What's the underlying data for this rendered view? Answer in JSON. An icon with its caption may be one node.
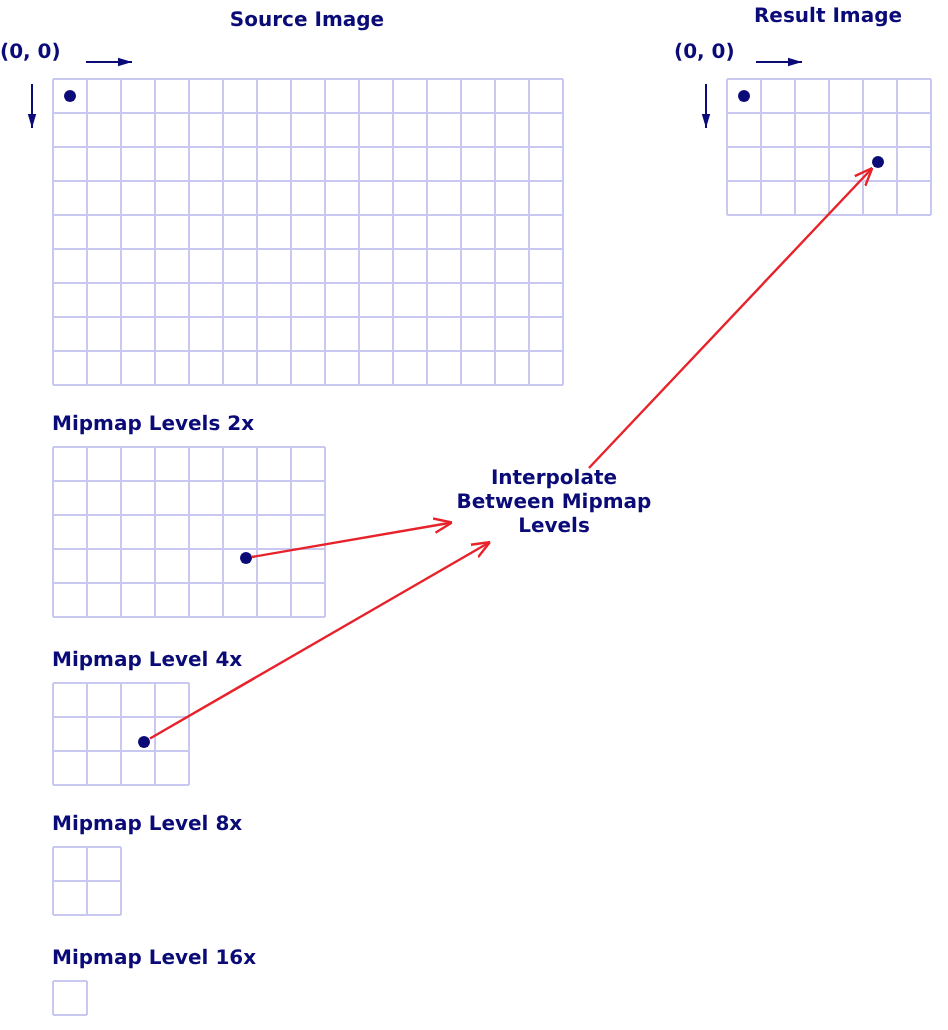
{
  "diagram": {
    "nodes": [
      {
        "text": [
          "Source Image"
        ]
      },
      {
        "text": [],
        "shape": "circle",
        "in": 0
      },
      {
        "text": [
          "Result Image"
        ]
      },
      {
        "text": [],
        "shape": "circle",
        "in": 2
      },
      {
        "text": [],
        "shape": "circle",
        "in": 2
      },
      {
        "text": [
          "Mipmap Levels 2x"
        ]
      },
      {
        "text": [],
        "shape": "circle",
        "in": 5
      },
      {
        "text": [
          "Interpolate Between Mipmap Levels"
        ]
      },
      {
        "text": [
          "Mipmap Level 4x"
        ]
      },
      {
        "text": [],
        "shape": "circle",
        "in": 8
      },
      {
        "text": [
          "Mipmap Level 8x"
        ]
      },
      {
        "text": [
          "Mipmap Level 16x"
        ]
      }
    ],
    "edges": [
      {
        "from": 6,
        "to": 7,
        "arrow": "to"
      },
      {
        "from": 9,
        "to": 7,
        "arrow": "to"
      },
      {
        "from": 7,
        "to": 4,
        "arrow": "to"
      }
    ],
    "labels": [
      "(0, 0)",
      "(0, 0)"
    ]
  }
}
